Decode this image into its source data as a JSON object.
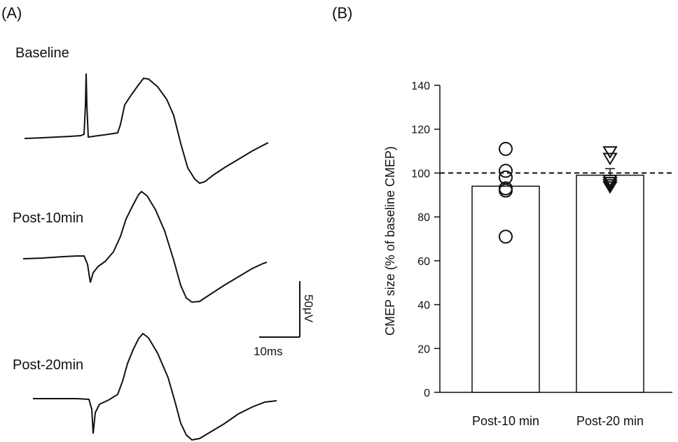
{
  "panel_a": {
    "label": "(A)",
    "traces": [
      {
        "label": "Baseline"
      },
      {
        "label": "Post-10min"
      },
      {
        "label": "Post-20min"
      }
    ],
    "scale_bar": {
      "time_label": "10ms",
      "amplitude_label": "50μV"
    }
  },
  "panel_b": {
    "label": "(B)"
  },
  "chart_data": {
    "type": "bar",
    "categories": [
      "Post-10 min",
      "Post-20 min"
    ],
    "values": [
      94,
      99
    ],
    "error_upper": [
      null,
      102
    ],
    "ylabel": "CMEP size (% of baseline CMEP)",
    "xlabel": "",
    "ylim": [
      0,
      140
    ],
    "yticks": [
      0,
      20,
      40,
      60,
      80,
      100,
      120,
      140
    ],
    "reference_line": 100,
    "grid": false,
    "individual_points": [
      {
        "category": "Post-10 min",
        "marker": "circle",
        "values": [
          111,
          101,
          98,
          93,
          92,
          71
        ]
      },
      {
        "category": "Post-20 min",
        "marker": "triangle-down",
        "values": [
          110,
          107,
          97,
          96,
          95,
          94
        ]
      }
    ]
  }
}
